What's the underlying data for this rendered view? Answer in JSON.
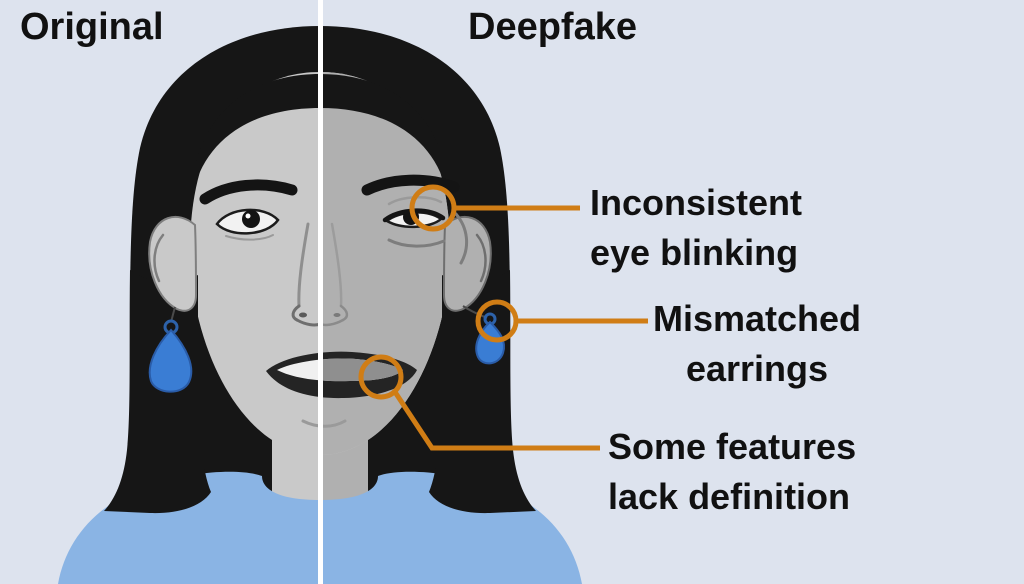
{
  "titles": {
    "original": "Original",
    "deepfake": "Deepfake"
  },
  "annotations": [
    {
      "line1": "Inconsistent",
      "line2": "eye blinking"
    },
    {
      "line1": "Mismatched",
      "line2": "earrings"
    },
    {
      "line1": "Some features",
      "line2": "lack definition"
    }
  ],
  "colors": {
    "background": "#dde3ee",
    "text": "#111111",
    "annotation": "#d07d15",
    "hair": "#161616",
    "skin_original": "#c9c9c9",
    "skin_deepfake": "#b0b0b0",
    "shirt": "#8ab4e4",
    "earring": "#3a7dd4",
    "divider": "#ffffff",
    "eye_white": "#f2f2f2",
    "teeth_original": "#f0f0f0",
    "teeth_deepfake": "#8f8f8f",
    "lips": "#242424"
  }
}
